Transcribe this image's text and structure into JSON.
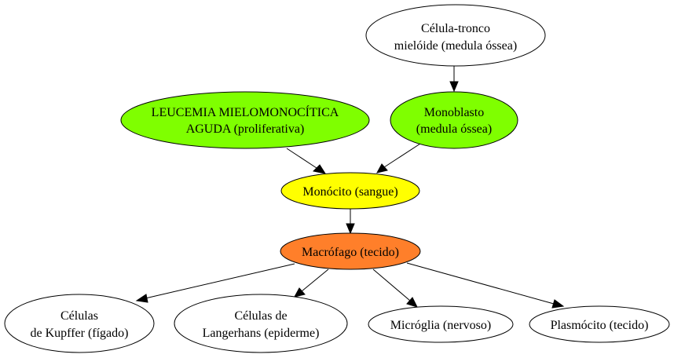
{
  "colors": {
    "white": "#ffffff",
    "green": "#7fff00",
    "yellow": "#ffff00",
    "orange": "#ff7f2a"
  },
  "nodes": {
    "stem": {
      "lines": [
        "Célula-tronco",
        "mielóide (medula óssea)"
      ]
    },
    "leukemia": {
      "lines": [
        "LEUCEMIA MIELOMONOCÍTICA",
        "AGUDA (proliferativa)"
      ]
    },
    "monoblast": {
      "lines": [
        "Monoblasto",
        "(medula óssea)"
      ]
    },
    "monocyte": {
      "lines": [
        "Monócito (sangue)"
      ]
    },
    "macrophage": {
      "lines": [
        "Macrófago (tecido)"
      ]
    },
    "kupffer": {
      "lines": [
        "Células",
        "de Kupffer (fígado)"
      ]
    },
    "langerhans": {
      "lines": [
        "Células de",
        "Langerhans (epiderme)"
      ]
    },
    "microglia": {
      "lines": [
        "Micróglia (nervoso)"
      ]
    },
    "plasmocyte": {
      "lines": [
        "Plasmócito (tecido)"
      ]
    }
  }
}
